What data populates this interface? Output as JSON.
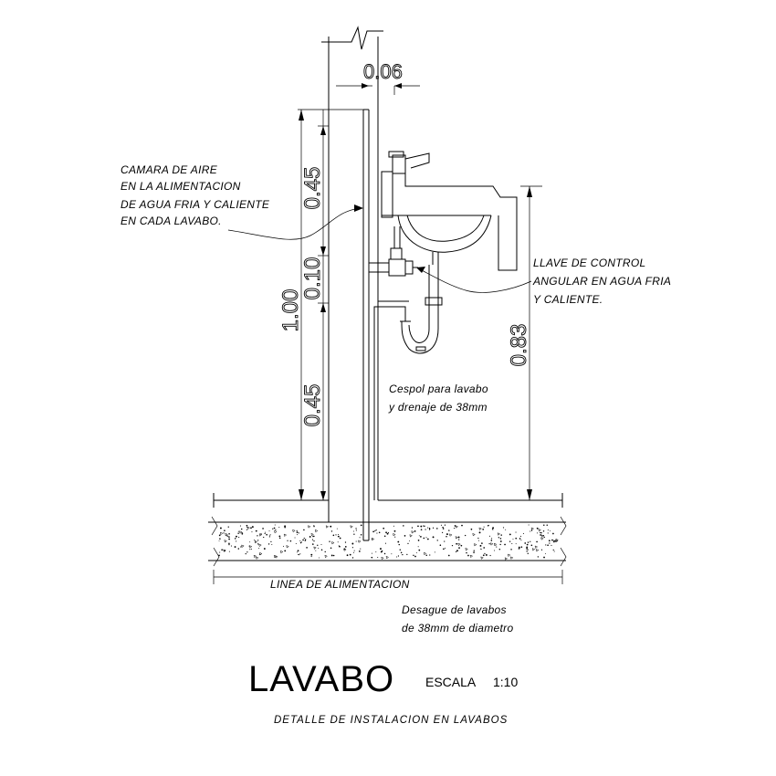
{
  "notes": {
    "air_chamber": [
      "CAMARA DE AIRE",
      "EN LA ALIMENTACION",
      "DE AGUA FRIA Y CALIENTE",
      "EN CADA LAVABO."
    ],
    "control_valve": [
      "LLAVE DE CONTROL",
      "ANGULAR EN AGUA FRIA",
      "Y CALIENTE."
    ],
    "trap": [
      "Cespol para lavabo",
      "y drenaje de 38mm"
    ],
    "supply_line": "LINEA DE ALIMENTACION",
    "drain": [
      "Desague de lavabos",
      "de 38mm de diametro"
    ]
  },
  "dimensions": {
    "wall_offset": "0.06",
    "total_height": "1.00",
    "upper_segment": "0.45",
    "middle_segment": "0.10",
    "lower_segment": "0.45",
    "basin_height": "0.83"
  },
  "title": {
    "main": "LAVABO",
    "scale_label": "ESCALA",
    "scale_value": "1:10",
    "subtitle": "DETALLE DE INSTALACION EN LAVABOS"
  }
}
